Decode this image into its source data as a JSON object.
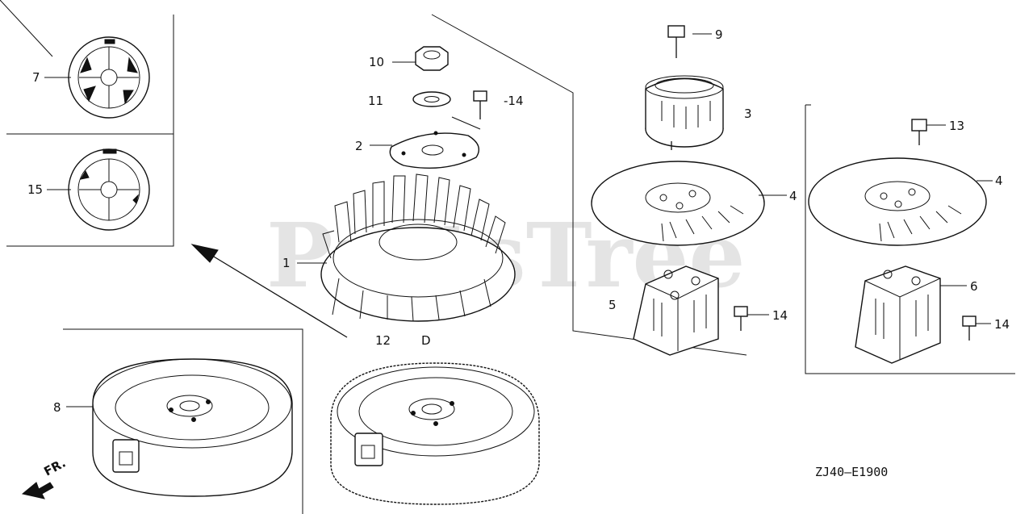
{
  "watermark": "PartsTree",
  "diagram_code": "ZJ40—E1900",
  "direction_label": "FR.",
  "callouts": {
    "c1": "1",
    "c2": "2",
    "c3": "3",
    "c4a": "4",
    "c4b": "4",
    "c5": "5",
    "c6": "6",
    "c7": "7",
    "c8": "8",
    "c9": "9",
    "c10": "10",
    "c11": "11",
    "c12": "12",
    "c12b": "D",
    "c13": "13",
    "c14a": "-14",
    "c14b": "14",
    "c14c": "14",
    "c15": "15"
  }
}
